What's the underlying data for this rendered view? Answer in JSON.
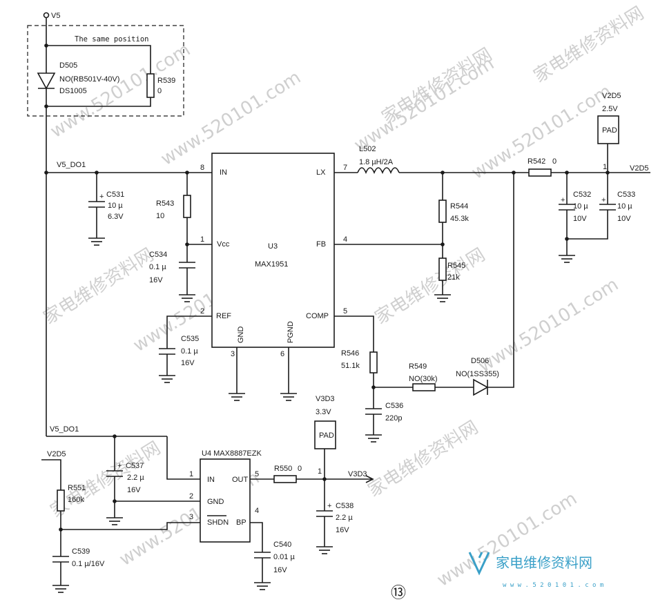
{
  "nodes": {
    "v5": "V5",
    "v5_do1_top": "V5_DO1",
    "v5_do1_bot": "V5_DO1",
    "v2d5_left": "V2D5",
    "v2d5_out": "V2D5",
    "v3d3_out": "V3D3"
  },
  "dashed_box": {
    "title": "The same position"
  },
  "d505": {
    "ref": "D505",
    "val1": "NO(RB501V-40V)",
    "val2": "DS1005"
  },
  "r539": {
    "ref": "R539",
    "val": "0"
  },
  "c531": {
    "ref": "C531",
    "v1": "10 µ",
    "v2": "6.3V"
  },
  "r543": {
    "ref": "R543",
    "val": "10"
  },
  "c534": {
    "ref": "C534",
    "v1": "0.1 µ",
    "v2": "16V"
  },
  "c535": {
    "ref": "C535",
    "v1": "0.1 µ",
    "v2": "16V"
  },
  "u3": {
    "ref": "U3",
    "part": "MAX1951",
    "pins": {
      "in": "IN",
      "vcc": "Vcc",
      "ref": "REF",
      "gnd": "GND",
      "pgnd": "PGND",
      "lx": "LX",
      "fb": "FB",
      "comp": "COMP"
    },
    "nums": {
      "in": "8",
      "vcc": "1",
      "ref": "2",
      "gnd": "3",
      "pgnd": "6",
      "lx": "7",
      "fb": "4",
      "comp": "5"
    }
  },
  "l502": {
    "ref": "L502",
    "val": "1.8 µH/2A"
  },
  "r544": {
    "ref": "R544",
    "val": "45.3k"
  },
  "r545": {
    "ref": "R545",
    "val": "21k"
  },
  "r546": {
    "ref": "R546",
    "val": "51.1k"
  },
  "c536": {
    "ref": "C536",
    "val": "220p"
  },
  "r549": {
    "ref": "R549",
    "val": "NO(30k)"
  },
  "d506": {
    "ref": "D506",
    "val": "NO(1SS355)"
  },
  "r542": {
    "ref": "R542",
    "val": "0"
  },
  "v2d5_pad": {
    "name": "V2D5",
    "volt": "2.5V",
    "label": "PAD",
    "pin": "1"
  },
  "c532": {
    "ref": "C532",
    "v1": "10 µ",
    "v2": "10V"
  },
  "c533": {
    "ref": "C533",
    "v1": "10 µ",
    "v2": "10V"
  },
  "v3d3_pad": {
    "name": "V3D3",
    "volt": "3.3V",
    "label": "PAD",
    "pin": "1"
  },
  "u4": {
    "title": "U4 MAX8887EZK",
    "pins": {
      "in": "IN",
      "gnd": "GND",
      "shdn": "SHDN",
      "out": "OUT",
      "bp": "BP"
    },
    "nums": {
      "in": "1",
      "gnd": "2",
      "shdn": "3",
      "out": "5",
      "bp": "4"
    }
  },
  "c537": {
    "ref": "C537",
    "v1": "2.2 µ",
    "v2": "16V"
  },
  "r550": {
    "ref": "R550",
    "val": "0"
  },
  "c538": {
    "ref": "C538",
    "v1": "2.2 µ",
    "v2": "16V"
  },
  "r551": {
    "ref": "R551",
    "val": "160k"
  },
  "c539": {
    "ref": "C539",
    "val": "0.1 µ/16V"
  },
  "c540": {
    "ref": "C540",
    "v1": "0.01 µ",
    "v2": "16V"
  },
  "page_num": "⑬",
  "watermark": "家电维修资料网",
  "watermark_url": "www.520101.com",
  "logo": {
    "text": "家电维修资料网",
    "url": "w w w . 5 2 0 1 0 1 . c o m"
  }
}
